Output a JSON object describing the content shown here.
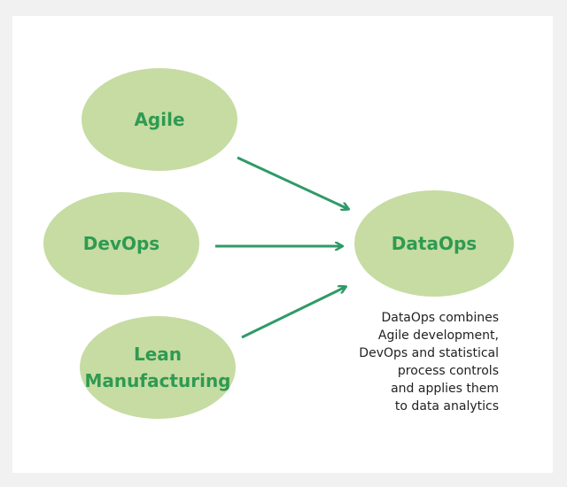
{
  "diagram": {
    "nodes": {
      "agile": "Agile",
      "devops": "DevOps",
      "lean_line1": "Lean",
      "lean_line2": "Manufacturing",
      "dataops": "DataOps"
    },
    "description_lines": [
      "DataOps combines",
      "Agile development,",
      "DevOps and statistical",
      "process controls",
      "and applies them",
      "to data analytics"
    ],
    "colors": {
      "node_fill": "#c6dca2",
      "label": "#2f9a52",
      "arrow": "#2f9a68"
    }
  }
}
